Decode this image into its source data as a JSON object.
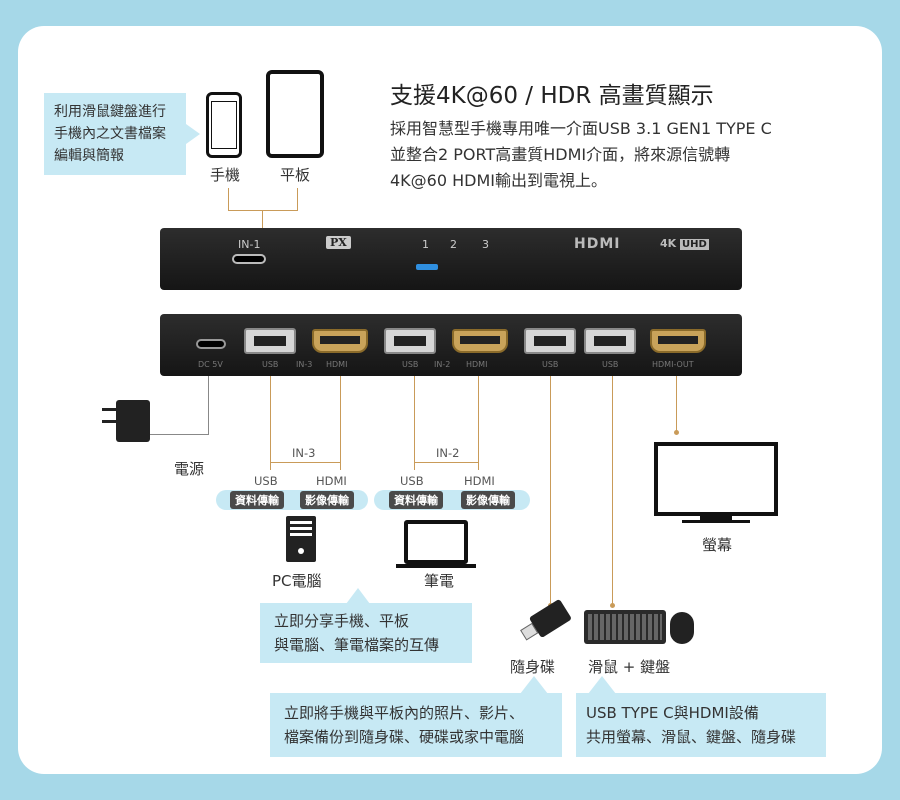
{
  "headline": "支援4K@60 / HDR 高畫質顯示",
  "description": [
    "採用智慧型手機專用唯一介面USB 3.1 GEN1 TYPE C",
    "並整合2 PORT高畫質HDMI介面，將來源信號轉",
    "4K@60 HDMI輸出到電視上。"
  ],
  "top_bubble": [
    "利用滑鼠鍵盤進行",
    "手機內之文書檔案",
    "編輯與簡報"
  ],
  "phone_label": "手機",
  "tablet_label": "平板",
  "device_front": {
    "brand": "PX",
    "in1_label": "IN-1",
    "port_numbers": [
      "1",
      "2",
      "3"
    ],
    "hdmi_logo": "HDMI",
    "uhd_logo": "4K",
    "uhd_badge": "UHD"
  },
  "device_back": {
    "labels": [
      "DC 5V",
      "USB",
      "IN-3",
      "HDMI",
      "USB",
      "IN-2",
      "HDMI",
      "USB",
      "USB",
      "HDMI-OUT"
    ]
  },
  "power_label": "電源",
  "in3": {
    "title": "IN-3",
    "usb": "USB",
    "hdmi": "HDMI",
    "tag1": "資料傳輸",
    "tag2": "影像傳輸"
  },
  "in2": {
    "title": "IN-2",
    "usb": "USB",
    "hdmi": "HDMI",
    "tag1": "資料傳輸",
    "tag2": "影像傳輸"
  },
  "pc_label": "PC電腦",
  "laptop_label": "筆電",
  "monitor_label": "螢幕",
  "usb_drive_label": "隨身碟",
  "mouse_keyboard_label": "滑鼠 + 鍵盤",
  "bubble_share": [
    "立即分享手機、平板",
    "與電腦、筆電檔案的互傳"
  ],
  "bubble_backup": [
    "立即將手機與平板內的照片、影片、",
    "檔案備份到隨身碟、硬碟或家中電腦"
  ],
  "bubble_share_devices": [
    "USB TYPE C與HDMI設備",
    "共用螢幕、滑鼠、鍵盤、隨身碟"
  ]
}
